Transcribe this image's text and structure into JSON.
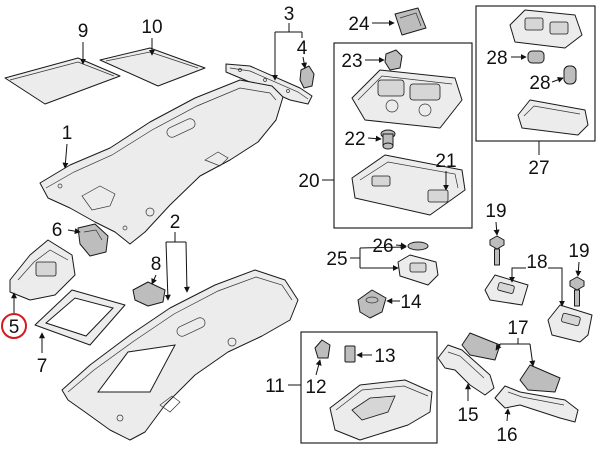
{
  "labels": {
    "p1": "1",
    "p2": "2",
    "p3": "3",
    "p4": "4",
    "p5": "5",
    "p6": "6",
    "p7": "7",
    "p8": "8",
    "p9": "9",
    "p10": "10",
    "p11": "11",
    "p12": "12",
    "p13": "13",
    "p14": "14",
    "p15": "15",
    "p16": "16",
    "p17": "17",
    "p18": "18",
    "p19a": "19",
    "p19b": "19",
    "p20": "20",
    "p21": "21",
    "p22": "22",
    "p23": "23",
    "p24": "24",
    "p25": "25",
    "p26": "26",
    "p27": "27",
    "p28a": "28",
    "p28b": "28"
  },
  "colors": {
    "highlight": "#d7191f",
    "line": "#111111",
    "part_fill": "#ececec"
  }
}
